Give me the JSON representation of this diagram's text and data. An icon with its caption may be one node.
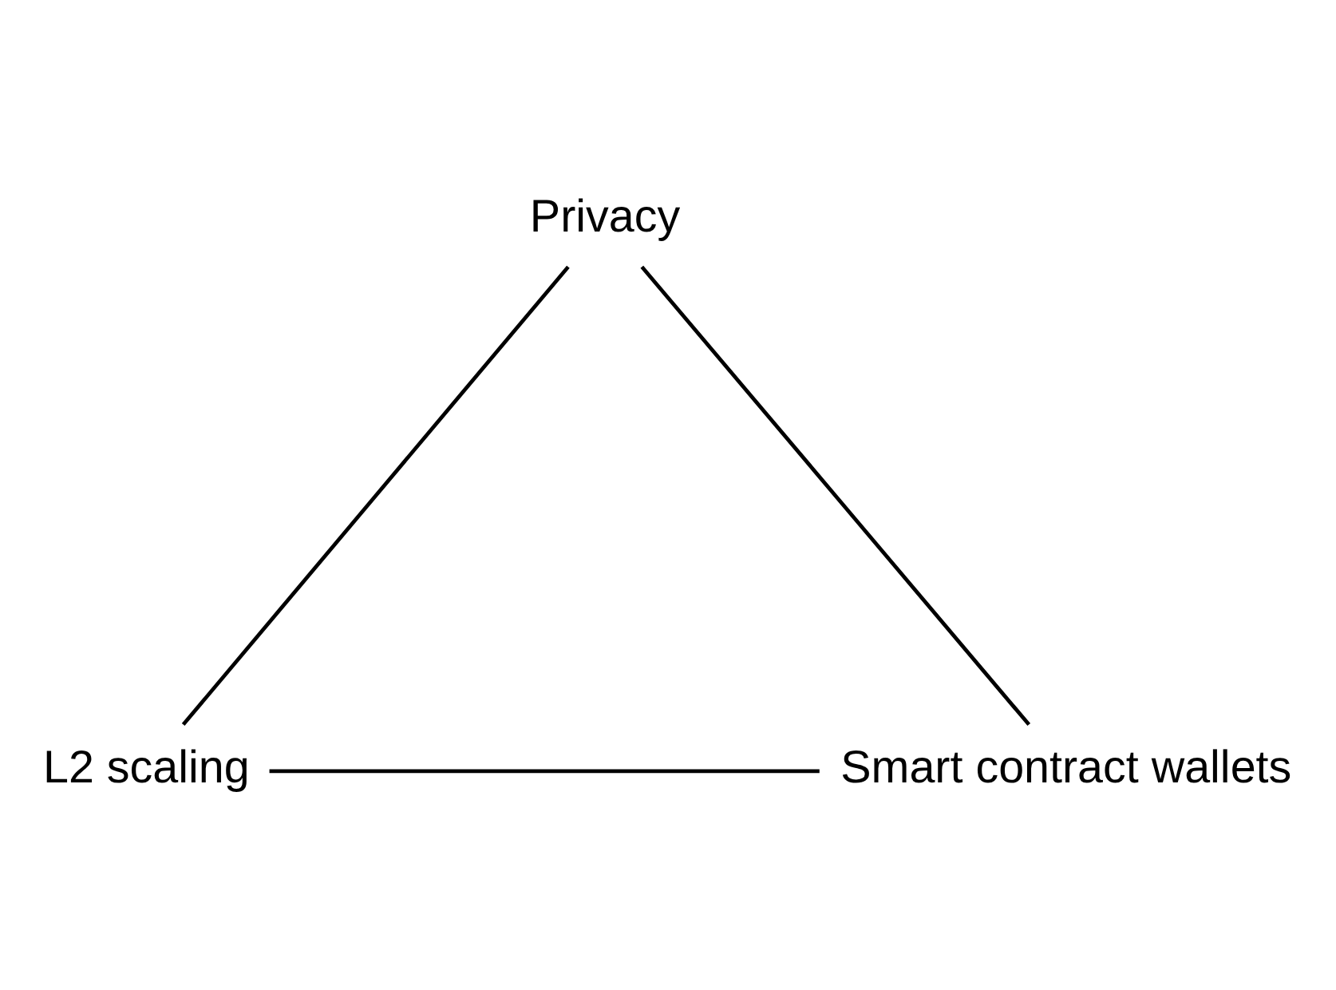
{
  "diagram": {
    "nodes": [
      {
        "text": [
          "Privacy"
        ]
      },
      {
        "text": [
          "L2 scaling"
        ]
      },
      {
        "text": [
          "Smart contract wallets"
        ]
      }
    ],
    "edges": [
      {
        "from": 0,
        "to": 1,
        "arrow": "none"
      },
      {
        "from": 1,
        "to": 2,
        "arrow": "none"
      },
      {
        "from": 2,
        "to": 0,
        "arrow": "none"
      }
    ]
  }
}
